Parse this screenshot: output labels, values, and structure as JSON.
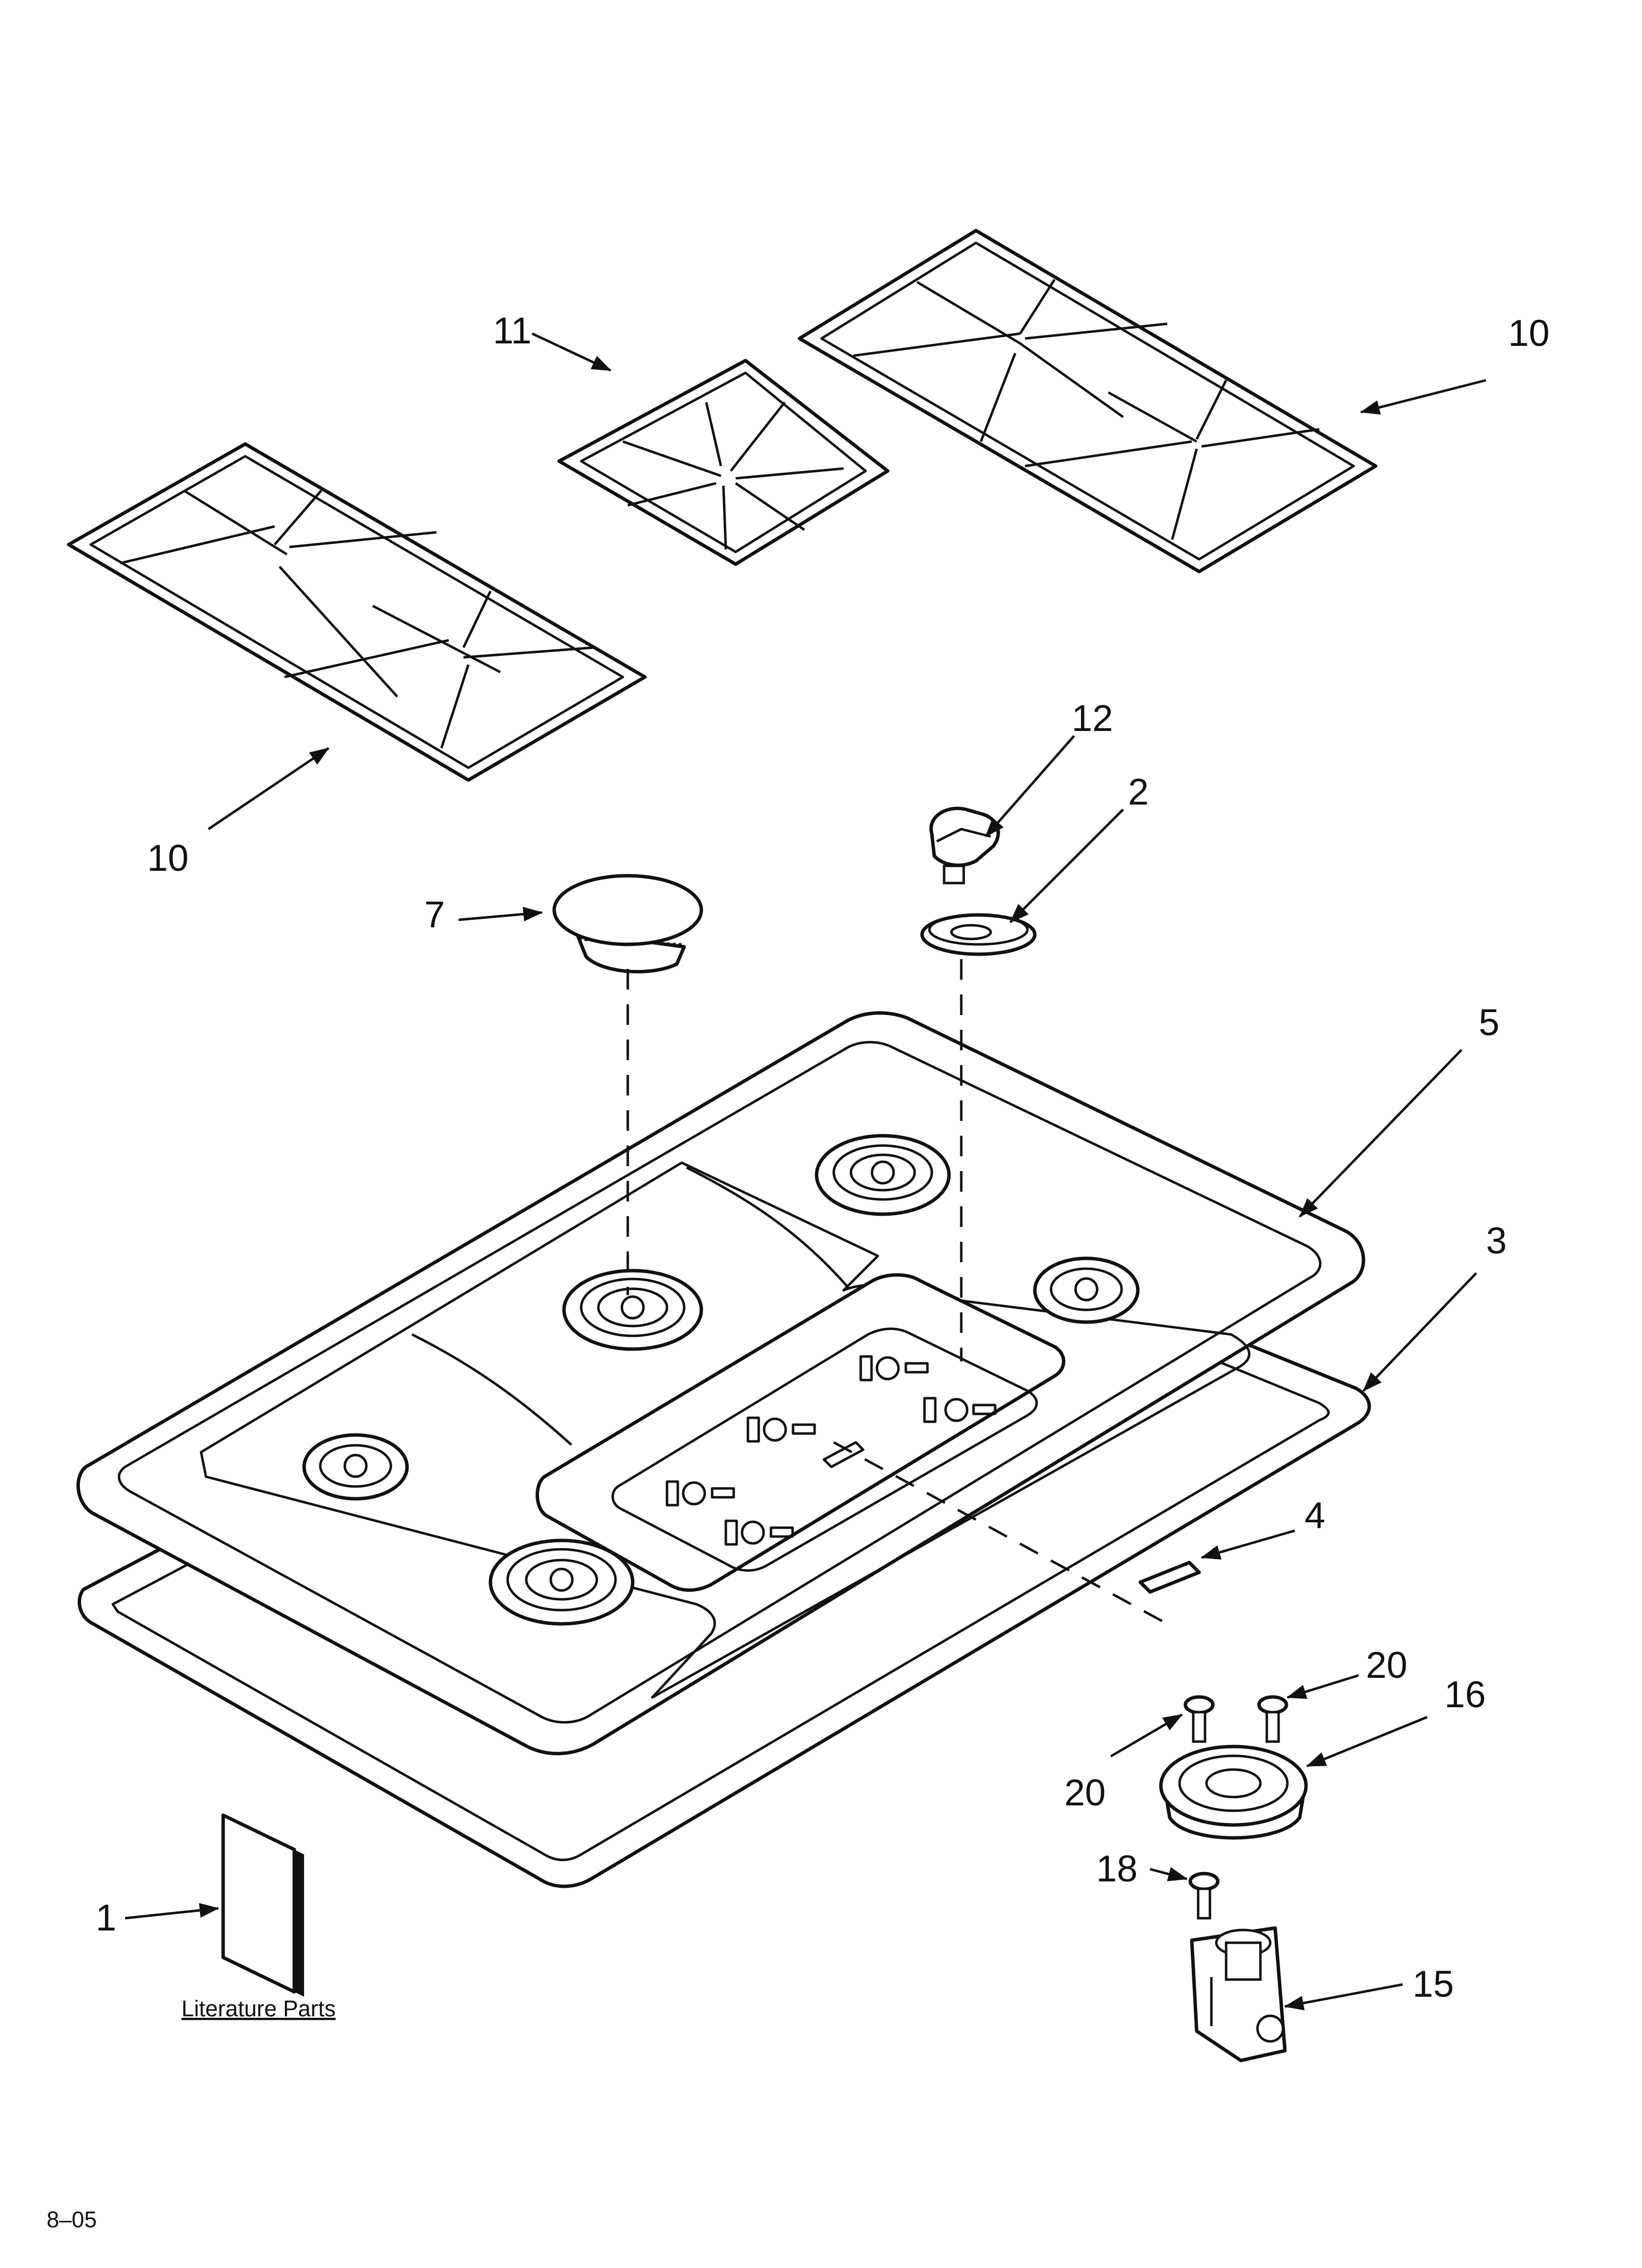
{
  "callouts": {
    "grate_left": "10",
    "grate_center": "11",
    "grate_right": "10",
    "knob": "12",
    "bezel": "2",
    "burner_cap": "7",
    "cooktop": "5",
    "gasket": "3",
    "spark_module": "4",
    "screw_a": "20",
    "screw_b": "20",
    "burner_base": "16",
    "screw_c": "18",
    "valve": "15",
    "literature": "1"
  },
  "literature_label": "Literature Parts",
  "revision": "8–05",
  "icons": [
    "grate",
    "knob",
    "burner-cap",
    "cooktop",
    "gasket",
    "spark-module",
    "screw",
    "burner-base",
    "valve",
    "literature"
  ]
}
